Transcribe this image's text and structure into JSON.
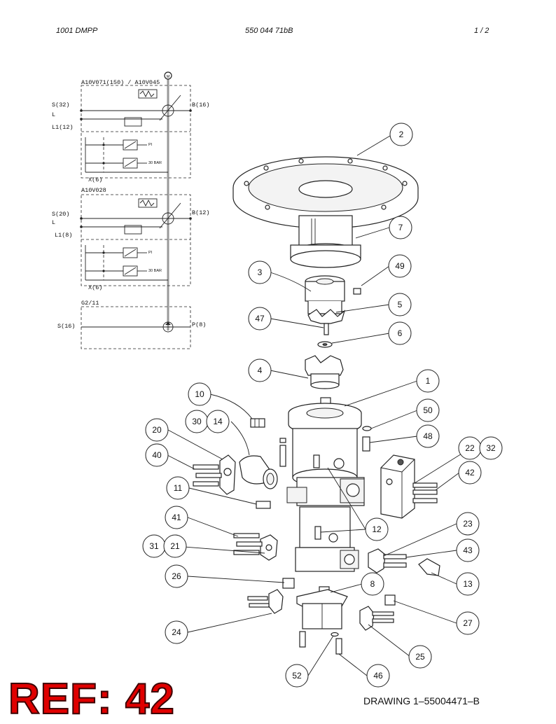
{
  "header": {
    "left": "1001 DMPP",
    "center": "550 044 71bB",
    "right": "1 /  2"
  },
  "schematic": {
    "block1_title": "A10V071(150) / A10V045",
    "block1_port_s": "S(32)",
    "block1_port_l": "L",
    "block1_port_l1": "L1(12)",
    "block1_port_b": "B(16)",
    "block1_port_x": "X(6)",
    "block1_pi": "PI",
    "block1_bar": "30 BAR",
    "block2_title": "A10V028",
    "block2_port_s": "S(20)",
    "block2_port_l": "L",
    "block2_port_l1": "L1(8)",
    "block2_port_b": "B(12)",
    "block2_port_x": "X(6)",
    "block2_pi": "PI",
    "block2_bar": "30 BAR",
    "block3_title": "G2/11",
    "block3_port_s": "S(16)",
    "block3_port_p": "P(8)",
    "top_marker": "M"
  },
  "callouts": {
    "c1": "1",
    "c2": "2",
    "c3": "3",
    "c4": "4",
    "c5": "5",
    "c6": "6",
    "c7": "7",
    "c8": "8",
    "c10": "10",
    "c11": "11",
    "c12": "12",
    "c13": "13",
    "c14": "14",
    "c20": "20",
    "c21": "21",
    "c22": "22",
    "c23": "23",
    "c24": "24",
    "c25": "25",
    "c26": "26",
    "c27": "27",
    "c30": "30",
    "c31": "31",
    "c32": "32",
    "c40": "40",
    "c41": "41",
    "c42": "42",
    "c43": "43",
    "c46": "46",
    "c47": "47",
    "c48": "48",
    "c49": "49",
    "c50": "50",
    "c52": "52"
  },
  "footer": {
    "ref": "REF: 42",
    "drawing": "DRAWING 1–55004471–B"
  },
  "colors": {
    "ref_red": "#e00000",
    "line": "#222222"
  }
}
